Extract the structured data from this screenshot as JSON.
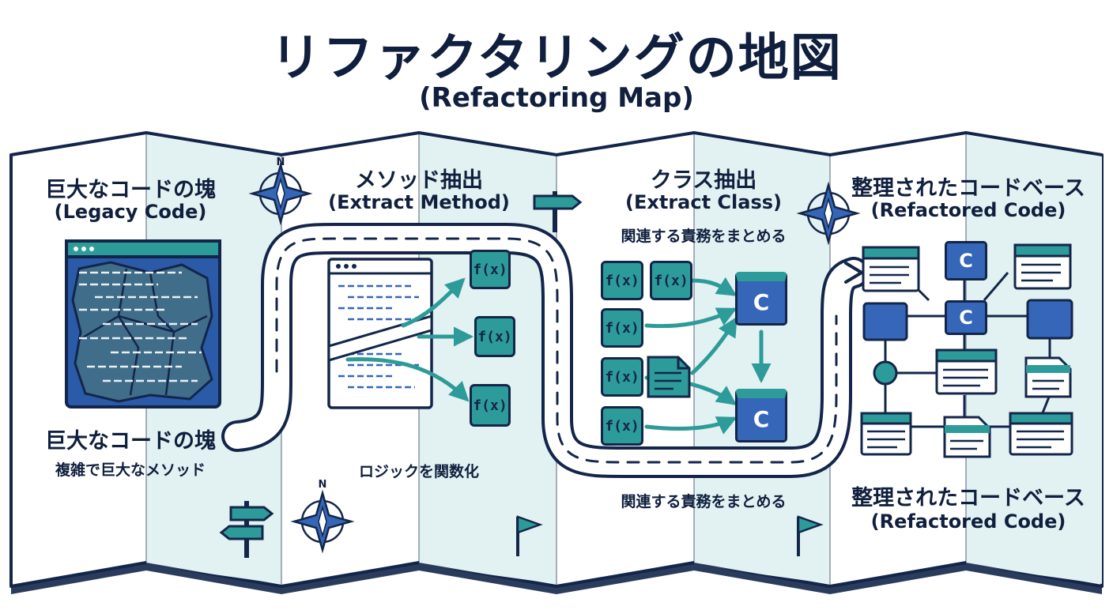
{
  "title": "リファクタリングの地図",
  "subtitle": "(Refactoring Map)",
  "panels": {
    "legacy": {
      "heading": "巨大なコードの塊",
      "heading_en": "(Legacy Code)",
      "caption": "巨大なコードの塊",
      "note": "複雑で巨大なメソッド"
    },
    "extract_method": {
      "heading": "メソッド抽出",
      "heading_en": "(Extract Method)",
      "note": "ロジックを関数化"
    },
    "extract_class": {
      "heading": "クラス抽出",
      "heading_en": "(Extract Class)",
      "note_top": "関連する責務をまとめる",
      "note_bottom": "関連する責務をまとめる"
    },
    "refactored": {
      "heading": "整理されたコードベース",
      "heading_en": "(Refactored Code)",
      "caption": "整理されたコードベース",
      "caption_en": "(Refactored Code)"
    }
  },
  "labels": {
    "function": "f(x)",
    "class": "C",
    "compass_north": "N"
  },
  "colors": {
    "navy": "#13264a",
    "teal": "#2d9b99",
    "teal_light": "#6fc3c0",
    "blue": "#3566b8",
    "band": "#e2f1f1",
    "paper": "#ffffff"
  }
}
